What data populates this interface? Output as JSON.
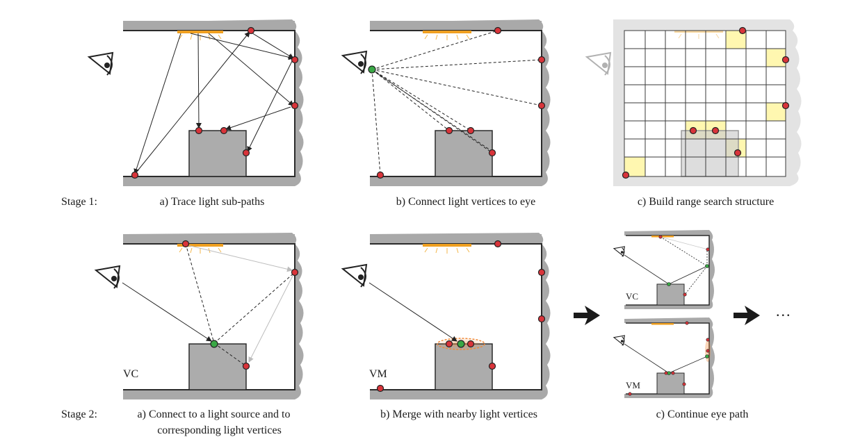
{
  "figure": {
    "stage1": {
      "label": "Stage 1:",
      "captions": {
        "a": "a) Trace light sub-paths",
        "b": "b) Connect light vertices to eye",
        "c": "c) Build range search structure"
      }
    },
    "stage2": {
      "label": "Stage 2:",
      "captions": {
        "a_line1": "a) Connect to a light source and to",
        "a_line2": "corresponding light vertices",
        "b": "b) Merge with nearby light vertices",
        "c": "c) Continue eye path"
      },
      "panel_tags": {
        "vc": "VC",
        "vm": "VM",
        "small_vc": "VC",
        "small_vm": "VM"
      },
      "ellipsis": "..."
    },
    "colors": {
      "wall": "#a9a9a9",
      "room_edge": "#2b2b2b",
      "box_fill": "#acacac",
      "light_vertex": "#d9343a",
      "eye_vertex": "#39a845",
      "light_source": "#f0a020",
      "grid_highlight": "#fff7b0",
      "merge_glow": "#f08a3a"
    },
    "icons": [
      "eye-icon",
      "light-source-icon",
      "arrow-right-icon"
    ]
  }
}
